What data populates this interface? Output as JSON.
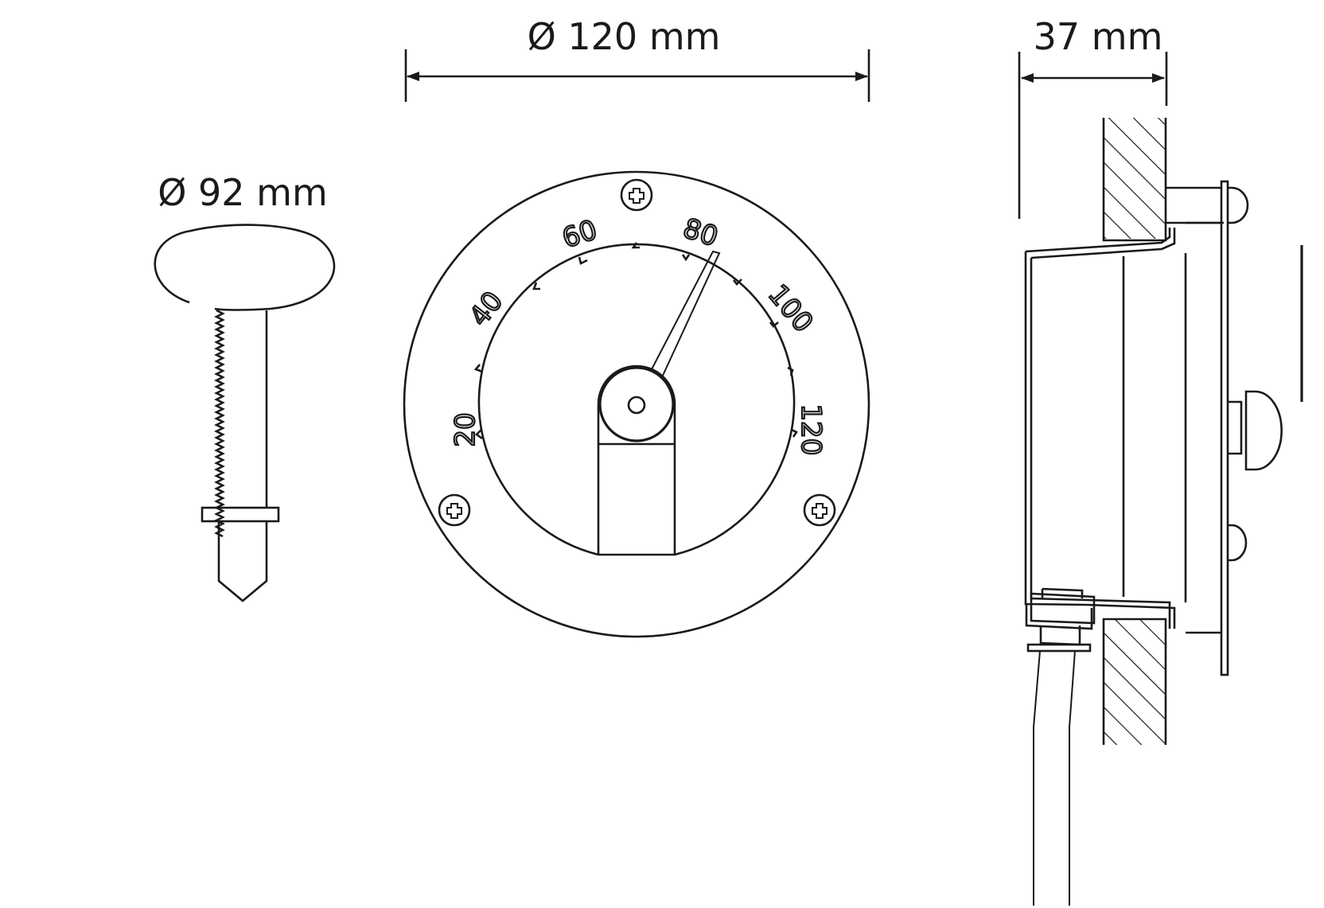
{
  "drawing": {
    "subject": "Sauna thermometer technical drawing",
    "dimensions": {
      "dial_diameter": "Ø 120 mm",
      "mount_depth": "37 mm",
      "backplate_diameter": "Ø 92 mm"
    },
    "dial": {
      "scale_labels": [
        "20",
        "40",
        "60",
        "80",
        "100",
        "120"
      ],
      "needle_value": "80",
      "screw_count": 3
    },
    "views": [
      "mounting-screw-view",
      "front-view",
      "side-section-view"
    ]
  }
}
